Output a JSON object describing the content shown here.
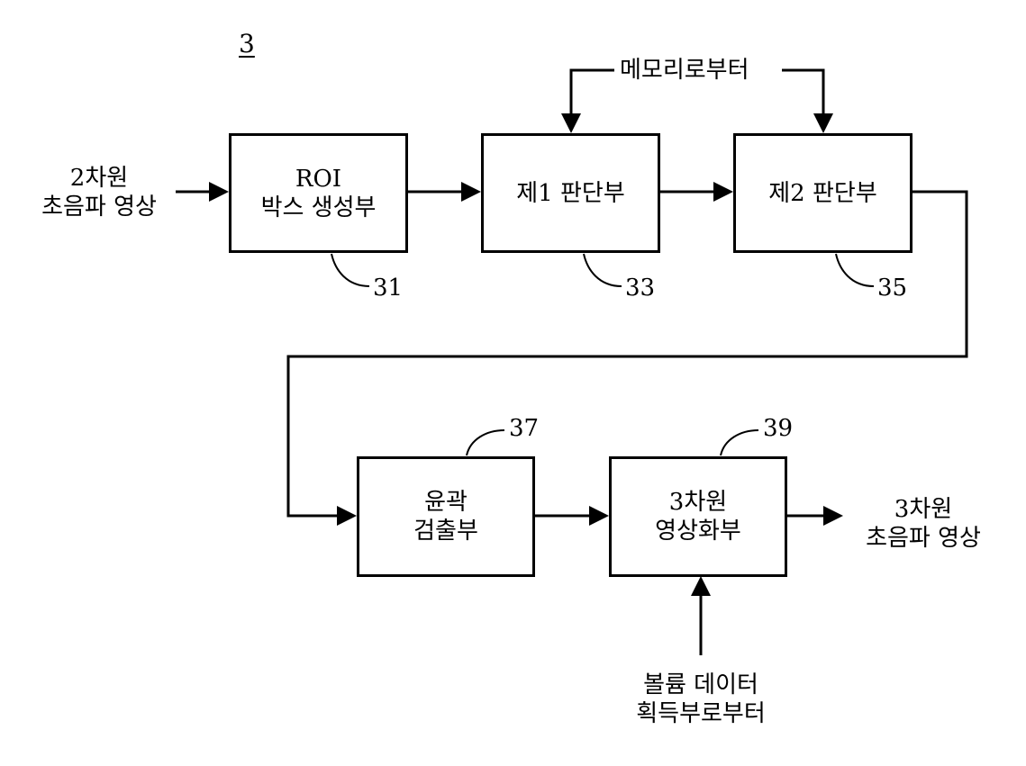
{
  "figure_number": "3",
  "inputs": {
    "input_2d_line1": "2차원",
    "input_2d_line2": "초음파 영상",
    "output_3d_line1": "3차원",
    "output_3d_line2": "초음파 영상",
    "memory_router": "메모리로부터",
    "volume_line1": "볼륨 데이터",
    "volume_line2": "획득부로부터"
  },
  "blocks": {
    "roi": {
      "line1": "ROI",
      "line2": "박스 생성부",
      "ref": "31"
    },
    "first_judge": {
      "line1": "제1 판단부",
      "ref": "33"
    },
    "second_judge": {
      "line1": "제2 판단부",
      "ref": "35"
    },
    "contour": {
      "line1": "윤곽",
      "line2": "검출부",
      "ref": "37"
    },
    "imaging_3d": {
      "line1": "3차원",
      "line2": "영상화부",
      "ref": "39"
    }
  }
}
